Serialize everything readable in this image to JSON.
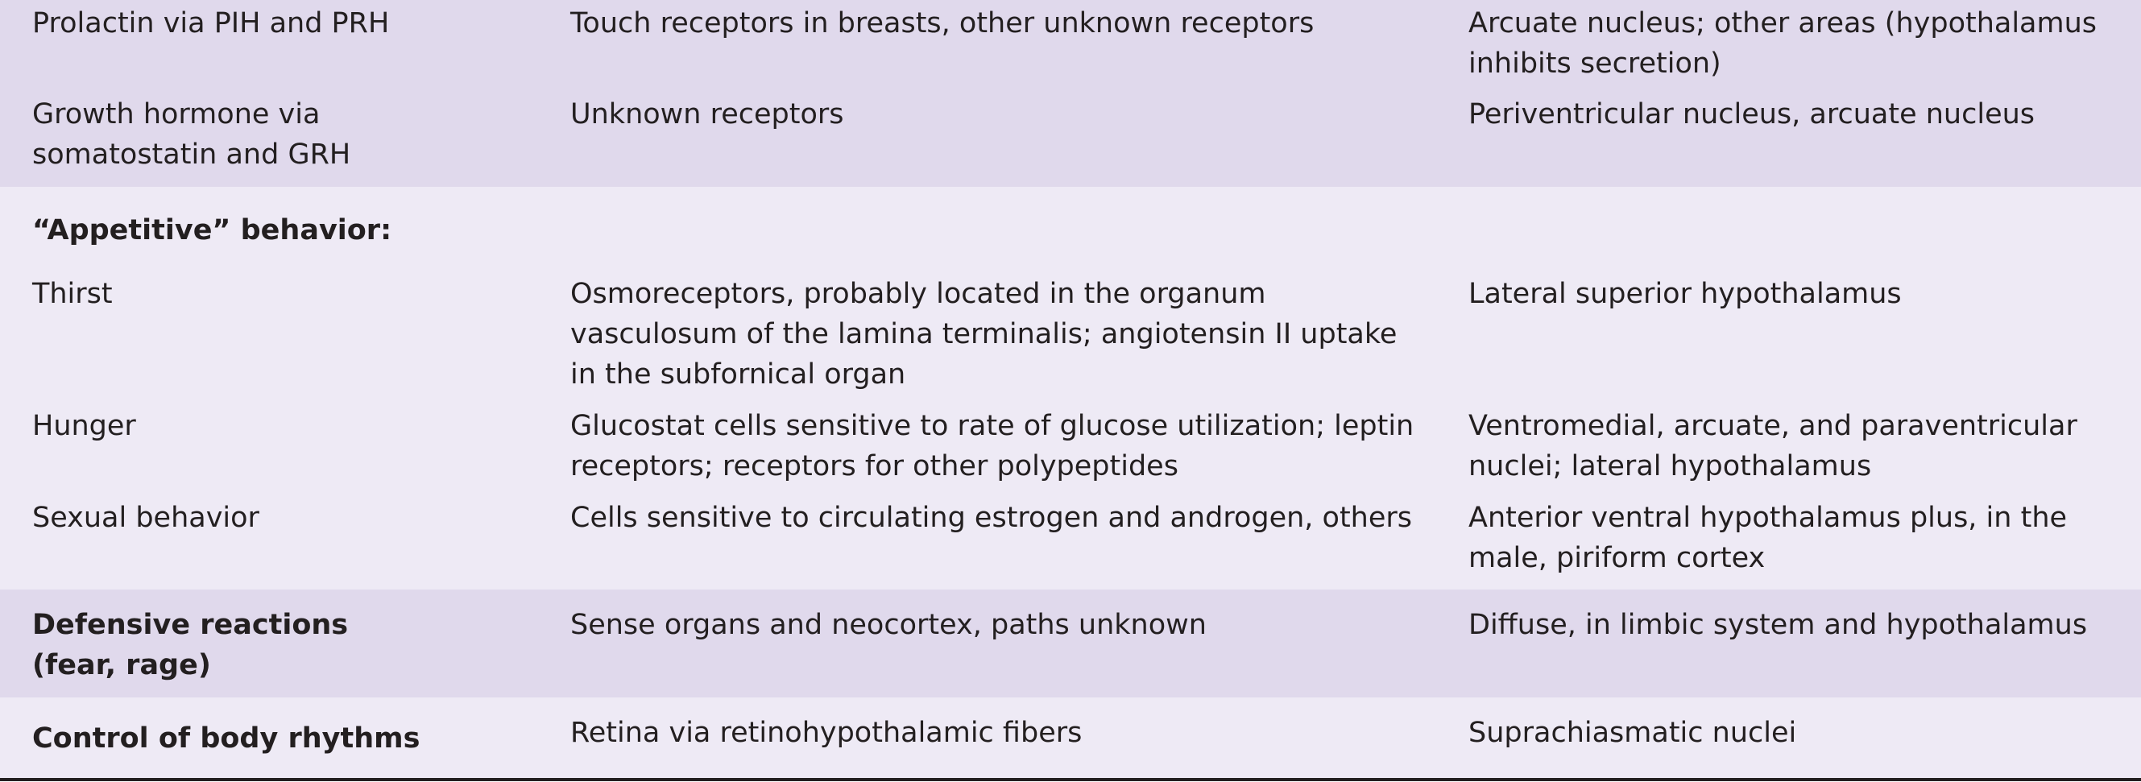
{
  "table": {
    "rows": [
      {
        "id": "prolactin",
        "regulated": "Prolactin via PIH and PRH",
        "afferent": "Touch receptors in breasts, other unknown receptors",
        "integrating": "Arcuate nucleus; other areas (hypothalamus\ninhibits secretion)"
      },
      {
        "id": "growth-hormone",
        "regulated": "Growth hormone via\nsomatostatin and GRH",
        "afferent": "Unknown receptors",
        "integrating": "Periventricular nucleus, arcuate nucleus"
      },
      {
        "id": "appetitive-heading",
        "regulated": "“Appetitive” behavior:"
      },
      {
        "id": "thirst",
        "regulated": "Thirst",
        "afferent": "Osmoreceptors, probably located in the organum\nvasculosum of the lamina terminalis; angiotensin II uptake\nin the subfornical organ",
        "integrating": "Lateral superior hypothalamus"
      },
      {
        "id": "hunger",
        "regulated": "Hunger",
        "afferent": "Glucostat cells sensitive to rate of glucose utilization; leptin\nreceptors; receptors for other polypeptides",
        "integrating": "Ventromedial, arcuate, and paraventricular\nnuclei; lateral hypothalamus"
      },
      {
        "id": "sexual-behavior",
        "regulated": "Sexual behavior",
        "afferent": "Cells sensitive to circulating estrogen and androgen, others",
        "integrating": "Anterior ventral hypothalamus plus, in the\nmale, piriform cortex"
      },
      {
        "id": "defensive",
        "regulated": "Defensive reactions\n(fear, rage)",
        "afferent": "Sense organs and neocortex, paths unknown",
        "integrating": "Diffuse, in limbic system and hypothalamus"
      },
      {
        "id": "body-rhythms",
        "regulated": "Control of body rhythms",
        "afferent": "Retina via retinohypothalamic fibers",
        "integrating": "Suprachiasmatic nuclei"
      }
    ]
  }
}
